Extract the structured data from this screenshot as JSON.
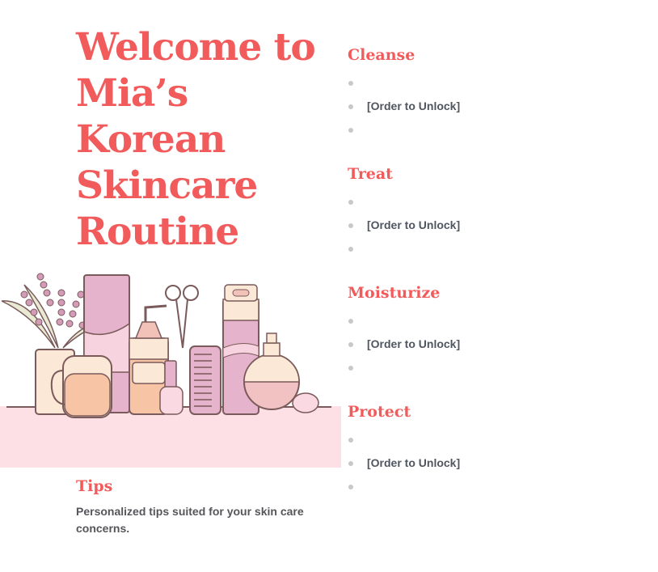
{
  "hero": {
    "title": "Welcome to Mia’s Korean Skincare Routine"
  },
  "illustration": {
    "alt": "skincare-products-illustration",
    "band_color": "#fde0e5",
    "line_color": "#7a5a5a"
  },
  "tips": {
    "heading": "Tips",
    "body": "Personalized tips suited for your skin care concerns."
  },
  "steps": [
    {
      "heading": "Cleanse",
      "items": [
        "",
        "[Order to Unlock]",
        ""
      ]
    },
    {
      "heading": "Treat",
      "items": [
        "",
        "[Order to Unlock]",
        ""
      ]
    },
    {
      "heading": "Moisturize",
      "items": [
        "",
        "[Order to Unlock]",
        ""
      ]
    },
    {
      "heading": "Protect",
      "items": [
        "",
        "[Order to Unlock]",
        ""
      ]
    }
  ],
  "colors": {
    "accent": "#f25b5b",
    "text": "#55565a",
    "bullet": "#c8c8c8"
  }
}
